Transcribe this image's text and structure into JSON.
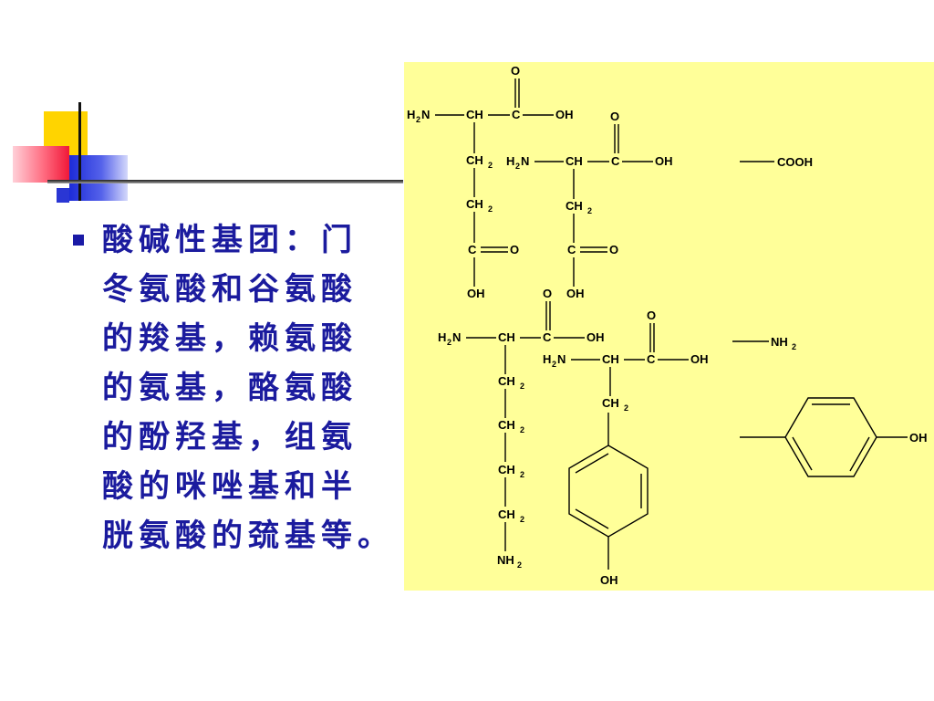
{
  "slide": {
    "bullet_lines": [
      "酸碱性基团：门",
      "冬氨酸和谷氨酸",
      "的羧基，赖氨酸",
      "的氨基，酪氨酸",
      "的酚羟基，组氨",
      "酸的咪唑基和半",
      "胱氨酸的巯基等。"
    ],
    "colors": {
      "text": "#1b1b9e",
      "diagram_background": "#ffff99",
      "deco_yellow": "#ffd400",
      "deco_red": "#f01838",
      "deco_blue": "#1c2bd8"
    }
  },
  "diagram": {
    "labels": {
      "O": "O",
      "OH": "OH",
      "C": "C",
      "CH": "CH",
      "H": "H",
      "N": "N",
      "NH": "NH",
      "COOH": "COOH",
      "two": "2"
    },
    "structures": [
      "glutamic acid",
      "aspartic acid",
      "side chain COOH",
      "lysine",
      "tyrosine",
      "side chain NH2",
      "side chain phenol OH"
    ]
  }
}
